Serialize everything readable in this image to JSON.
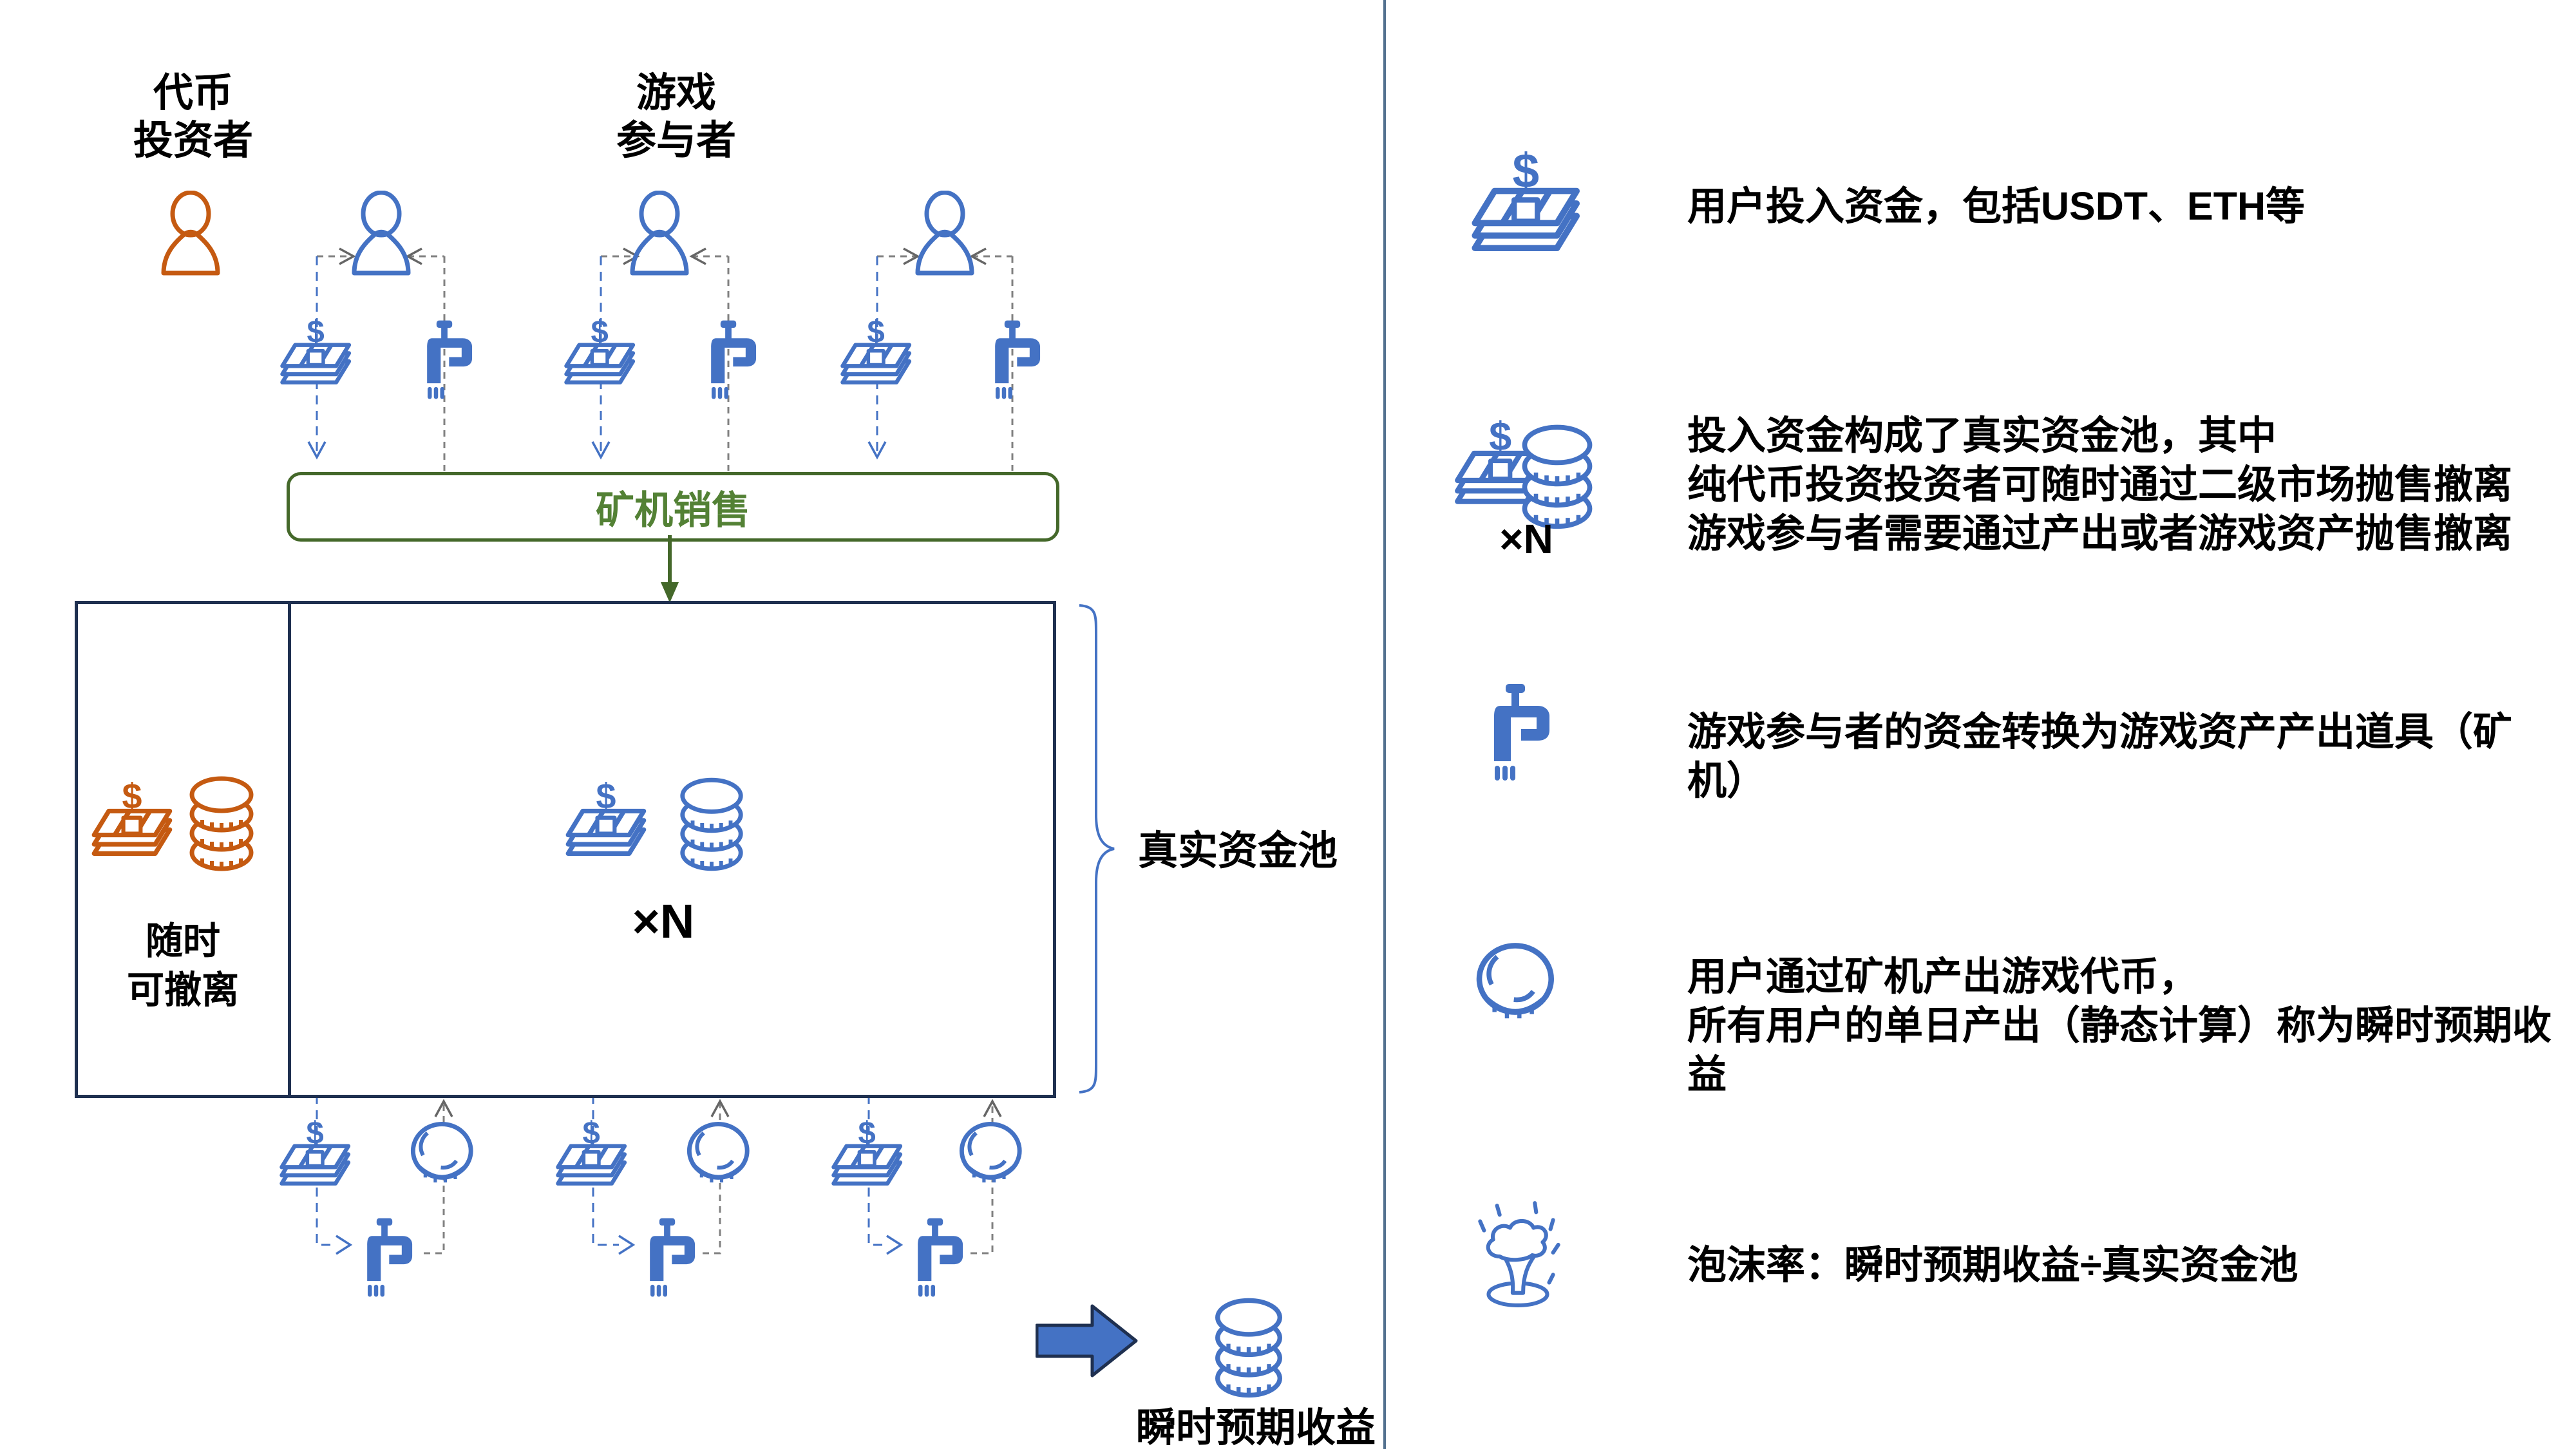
{
  "colors": {
    "icon_blue": "#4472C4",
    "icon_orange": "#C55A11",
    "green_text": "#538135",
    "green_border": "#44682A",
    "box_navy": "#1F3050",
    "divider_slate": "#53718F",
    "dash_gray": "#808080"
  },
  "flow": {
    "dollar_sign": "$",
    "token_investor_label": "代币\n投资者",
    "game_participant_label": "游戏\n参与者",
    "mining_sale_label": "矿机销售",
    "withdraw_label": "随时\n可撤离",
    "pool_multiplier": "×N",
    "pool_label": "真实资金池",
    "instant_label": "瞬时预期收益"
  },
  "legend": {
    "items": [
      {
        "icon": "cash-stack-icon",
        "text": "用户投入资金，包括USDT、ETH等"
      },
      {
        "icon": "cash-and-coins-icon",
        "multiplier": "×N",
        "text": "投入资金构成了真实资金池，其中\n纯代币投资投资者可随时通过二级市场抛售撤离\n游戏参与者需要通过产出或者游戏资产抛售撤离"
      },
      {
        "icon": "faucet-icon",
        "text": "游戏参与者的资金转换为游戏资产产出道具（矿机）"
      },
      {
        "icon": "coin-icon",
        "text": "用户通过矿机产出游戏代币，\n所有用户的单日产出（静态计算）称为瞬时预期收益"
      },
      {
        "icon": "bubble-burst-icon",
        "text": "泡沫率：瞬时预期收益÷真实资金池"
      }
    ]
  }
}
